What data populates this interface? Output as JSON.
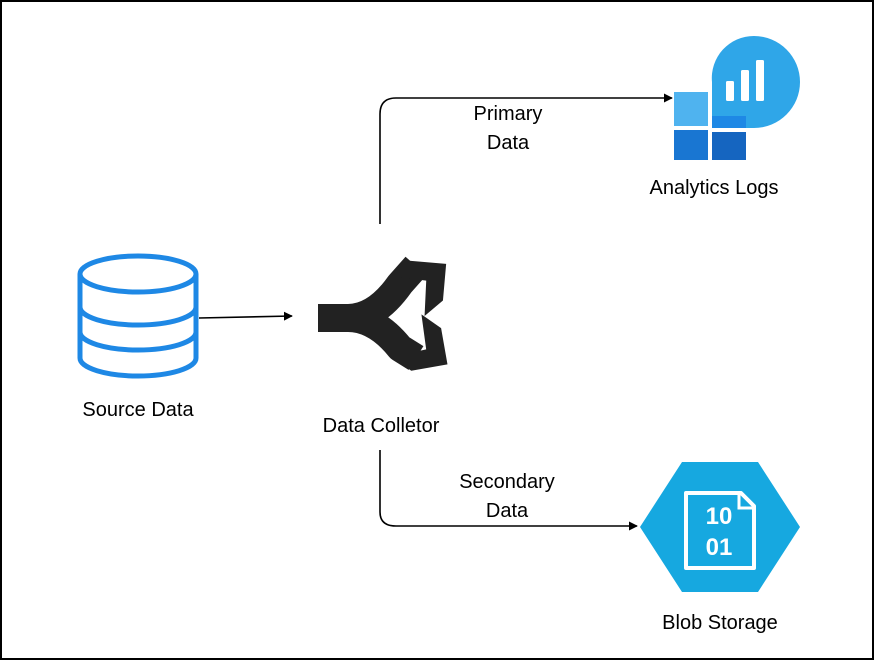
{
  "nodes": {
    "source": {
      "label": "Source Data",
      "icon": "database-icon"
    },
    "collector": {
      "label": "Data Colletor",
      "icon": "split-arrows-icon"
    },
    "analytics": {
      "label": "Analytics Logs",
      "icon": "analytics-logs-icon"
    },
    "blob": {
      "label": "Blob Storage",
      "icon": "blob-storage-icon",
      "glyph_top": "10",
      "glyph_bottom": "01"
    }
  },
  "edges": {
    "primary": {
      "line1": "Primary",
      "line2": "Data"
    },
    "secondary": {
      "line1": "Secondary",
      "line2": "Data"
    }
  },
  "colors": {
    "database_stroke": "#1e88e5",
    "analytics_light": "#2fa6e8",
    "analytics_dark": "#1565c0",
    "blob_fill": "#16a8e0",
    "arrow": "#000000",
    "collector_icon": "#222222"
  }
}
